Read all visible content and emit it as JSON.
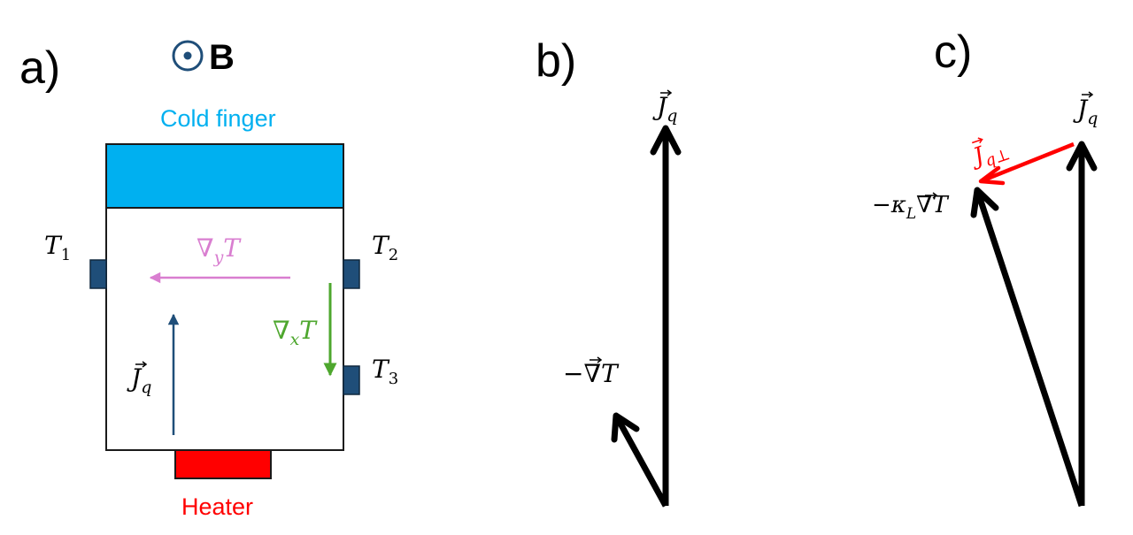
{
  "panels": {
    "a": {
      "label": "a)",
      "field": {
        "symbol": "B"
      },
      "cold_finger": {
        "label": "Cold finger",
        "color": "#00b0f0"
      },
      "heater": {
        "label": "Heater",
        "color": "#ff0000"
      },
      "thermometers": {
        "t1": {
          "base": "T",
          "sub": "1"
        },
        "t2": {
          "base": "T",
          "sub": "2"
        },
        "t3": {
          "base": "T",
          "sub": "3"
        },
        "color": "#1f4e79"
      },
      "grad_y": {
        "nabla": "∇",
        "sub": "y",
        "var": "T",
        "color": "#d97ed0"
      },
      "grad_x": {
        "nabla": "∇",
        "sub": "x",
        "var": "T",
        "color": "#4ea72e"
      },
      "heat_current": {
        "base": "J",
        "sub": "q",
        "color": "#1f4e79"
      }
    },
    "b": {
      "label": "b)",
      "heat_current": {
        "base": "J",
        "sub": "q"
      },
      "neg_gradient": {
        "minus": "−",
        "nabla": "∇",
        "var": "T"
      }
    },
    "c": {
      "label": "c)",
      "heat_current": {
        "base": "J",
        "sub": "q"
      },
      "perp_current": {
        "base": "J",
        "sub": "q⊥",
        "color": "#ff0000"
      },
      "lattice_term": {
        "minus": "−",
        "kappa": "κ",
        "sub": "L",
        "nabla": "∇",
        "var": "T"
      }
    }
  }
}
